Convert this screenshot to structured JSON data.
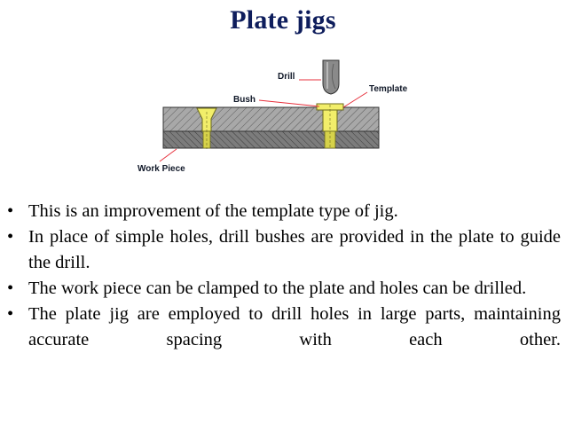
{
  "slide": {
    "title": "Plate jigs"
  },
  "diagram": {
    "labels": {
      "drill": "Drill",
      "bush": "Bush",
      "template": "Template",
      "work_piece": "Work Piece"
    },
    "colors": {
      "template_plate": "#a8a8a8",
      "work_piece": "#7c7c7c",
      "bush": "#f2ee6a",
      "drill": "#8a8a8a",
      "leader": "#e7303c"
    }
  },
  "bullets": [
    "This is an improvement of the template type of jig.",
    "In place of simple holes, drill bushes are provided in the plate to guide the drill.",
    "The work piece can be clamped to the plate and holes can be drilled.",
    "The plate jig are employed to drill holes in large parts, maintaining accurate spacing with each other."
  ]
}
